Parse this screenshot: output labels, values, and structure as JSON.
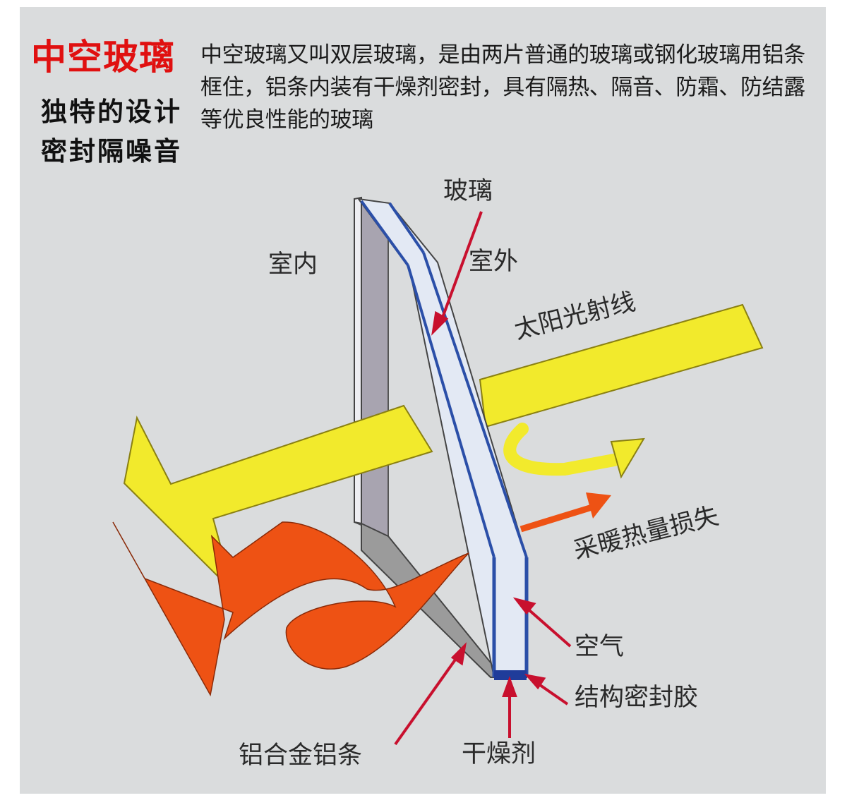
{
  "header": {
    "title": "中空玻璃",
    "subtitle_line1": "独特的设计",
    "subtitle_line2": "密封隔噪音",
    "description": "中空玻璃又叫双层玻璃，是由两片普通的玻璃或钢化玻璃用铝条框住，铝条内装有干燥剂密封，具有隔热、隔音、防霜、防结露等优良性能的玻璃"
  },
  "labels": {
    "glass": "玻璃",
    "indoor": "室内",
    "outdoor": "室外",
    "sunlight": "太阳光射线",
    "heat_loss": "采暖热量损失",
    "air": "空气",
    "sealant": "结构密封胶",
    "desiccant": "干燥剂",
    "aluminum_strip": "铝合金铝条"
  },
  "colors": {
    "title_red": "#e01010",
    "panel_bg": "#dadcdd",
    "sun_yellow": "#f2ea2c",
    "heat_orange": "#ee5214",
    "pointer_red": "#c8102e",
    "glass_blue": "#2b4fa8"
  }
}
